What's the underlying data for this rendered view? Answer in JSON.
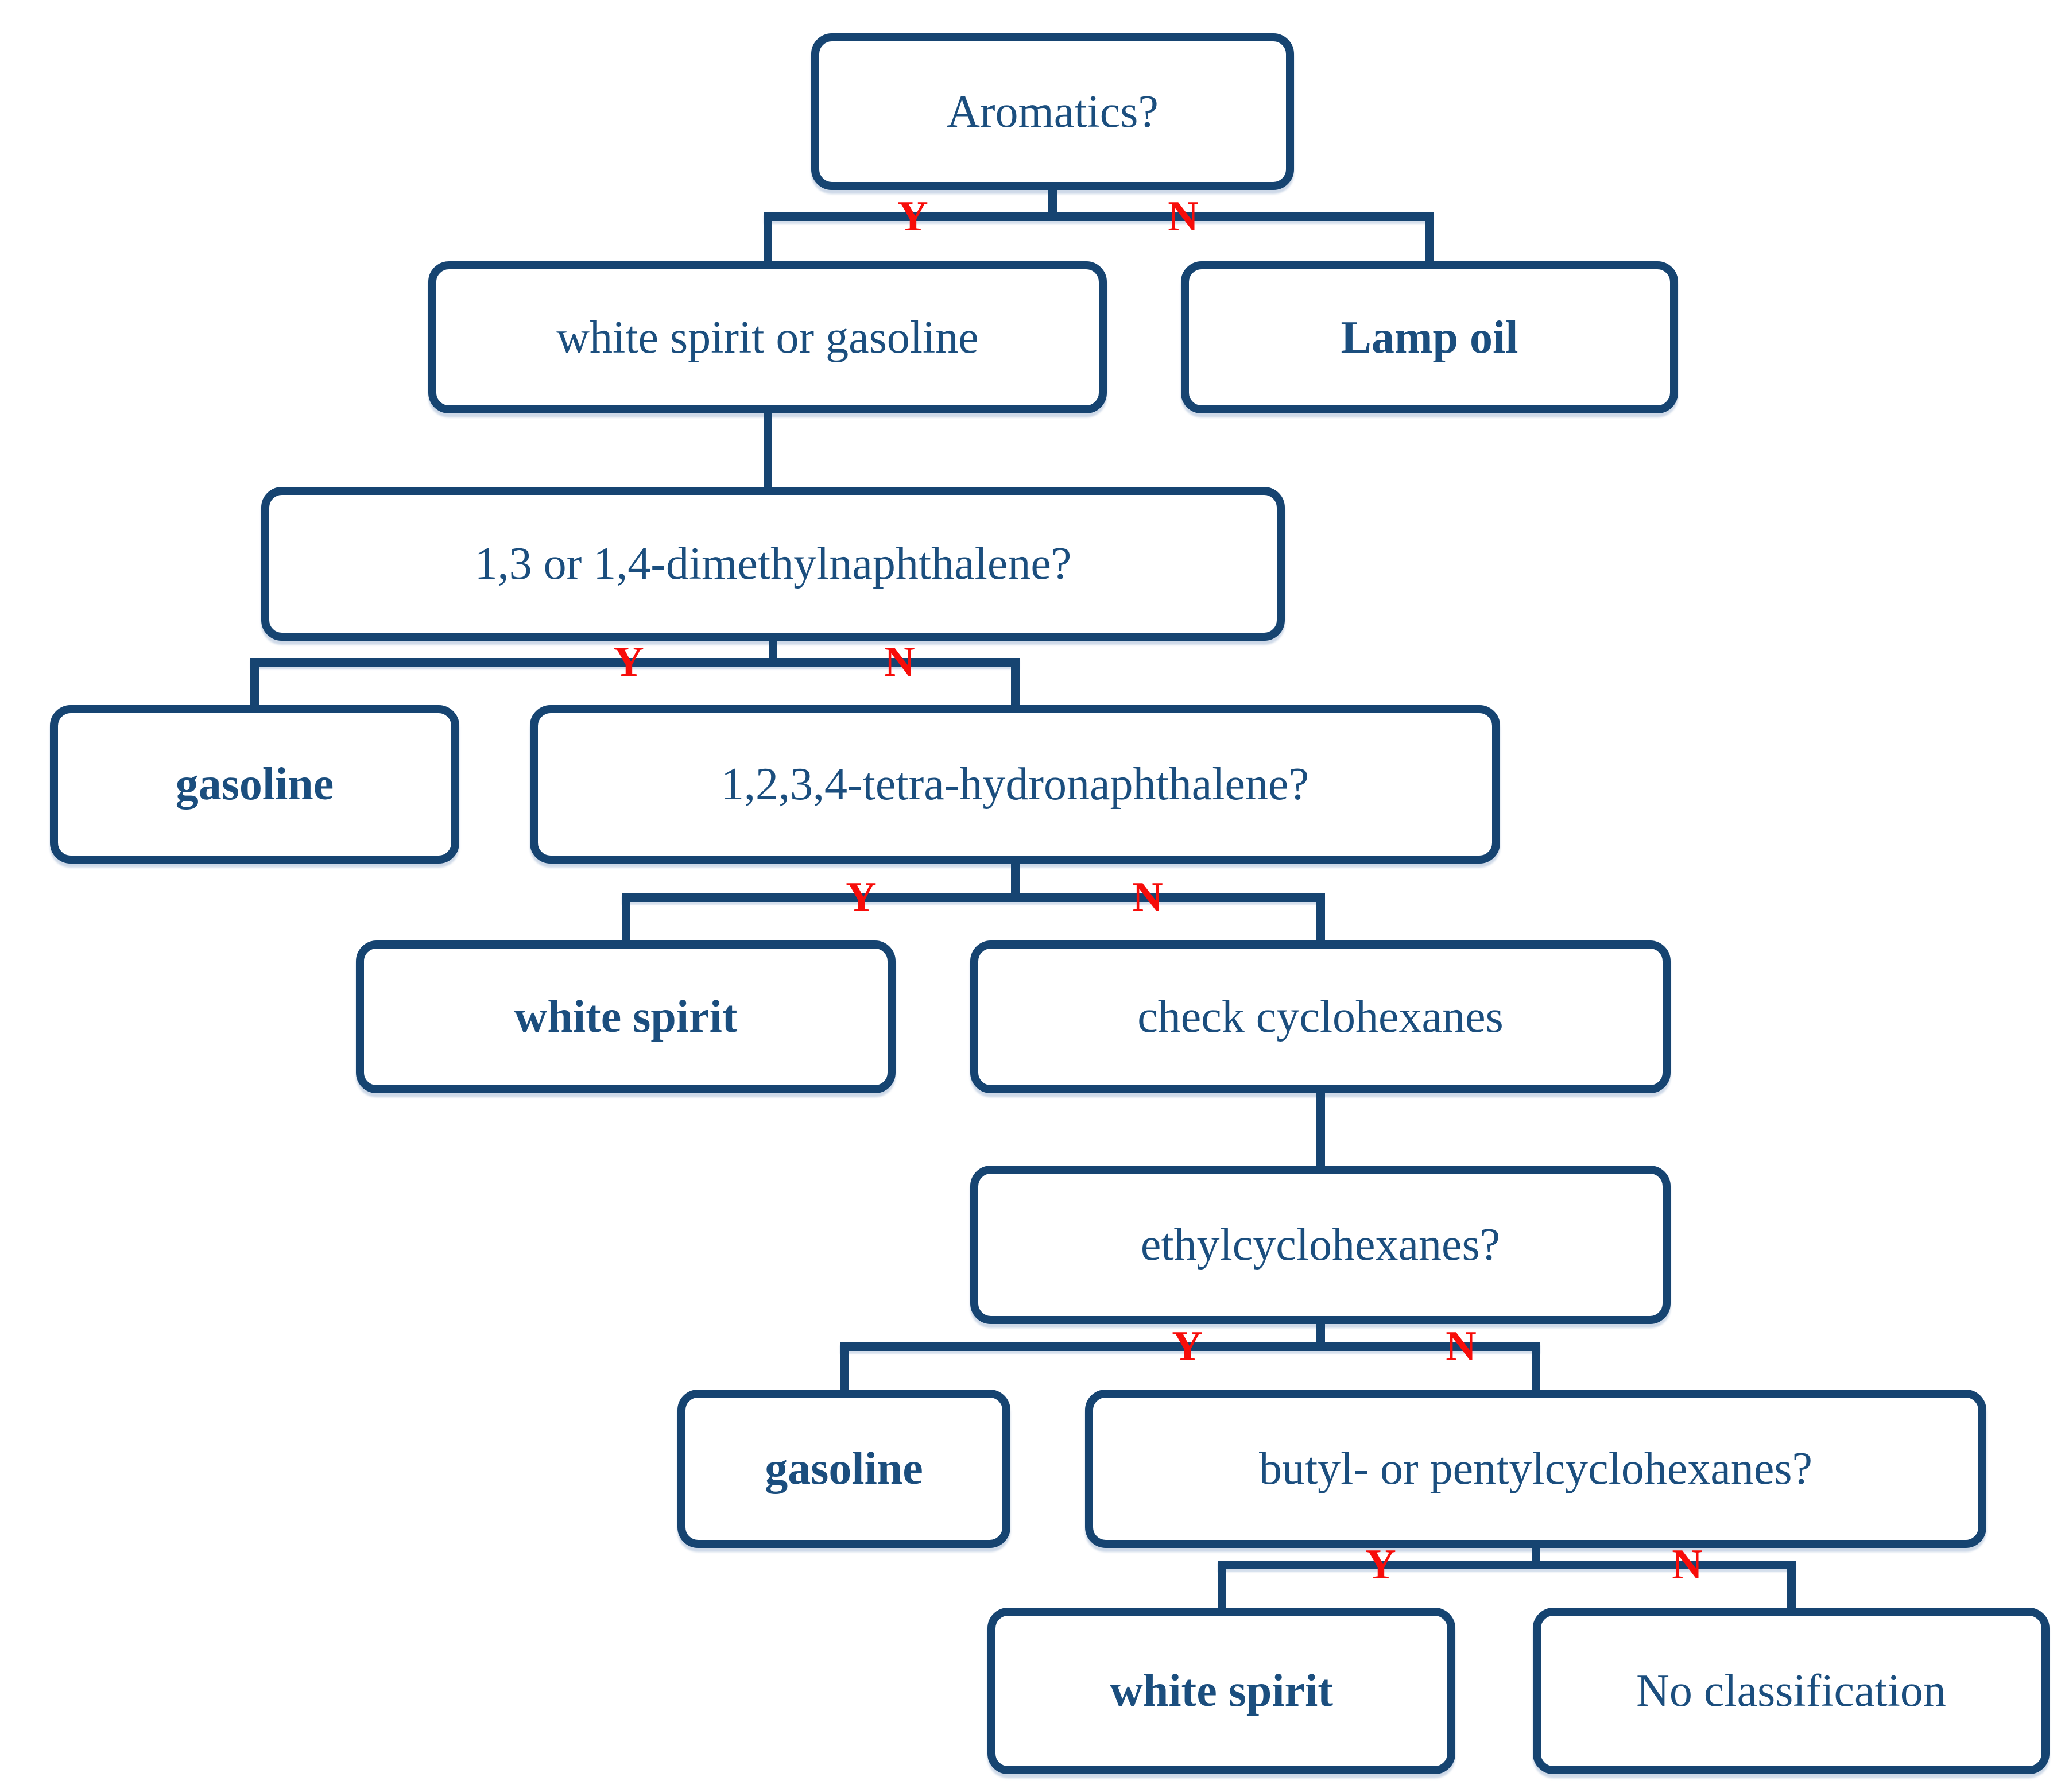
{
  "flowchart": {
    "branch_labels": {
      "yes": "Y",
      "no": "N"
    },
    "colors": {
      "line_navy": "#164471",
      "text_navy": "#1b4e7e",
      "branch_red": "#f70d0a",
      "background": "#ffffff"
    },
    "nodes": {
      "aromatics": {
        "label": "Aromatics?",
        "emphasis": "normal"
      },
      "white_spirit_or_gasoline": {
        "label": "white spirit or gasoline",
        "emphasis": "normal"
      },
      "lamp_oil": {
        "label": "Lamp oil",
        "emphasis": "bold"
      },
      "dimethylnaphthalene": {
        "label": "1,3 or 1,4-dimethylnaphthalene?",
        "emphasis": "normal"
      },
      "gasoline_1": {
        "label": "gasoline",
        "emphasis": "bold"
      },
      "tetrahydronaphthalene": {
        "label": "1,2,3,4-tetra-hydronaphthalene?",
        "emphasis": "normal"
      },
      "white_spirit_1": {
        "label": "white spirit",
        "emphasis": "bold"
      },
      "check_cyclohexanes": {
        "label": "check cyclohexanes",
        "emphasis": "normal"
      },
      "ethylcyclohexanes": {
        "label": "ethylcyclohexanes?",
        "emphasis": "normal"
      },
      "gasoline_2": {
        "label": "gasoline",
        "emphasis": "bold"
      },
      "butyl_pentylcyclohexanes": {
        "label": "butyl- or pentylcyclohexanes?",
        "emphasis": "normal"
      },
      "white_spirit_2": {
        "label": "white spirit",
        "emphasis": "bold"
      },
      "no_classification": {
        "label": "No classification",
        "emphasis": "normal"
      }
    }
  }
}
